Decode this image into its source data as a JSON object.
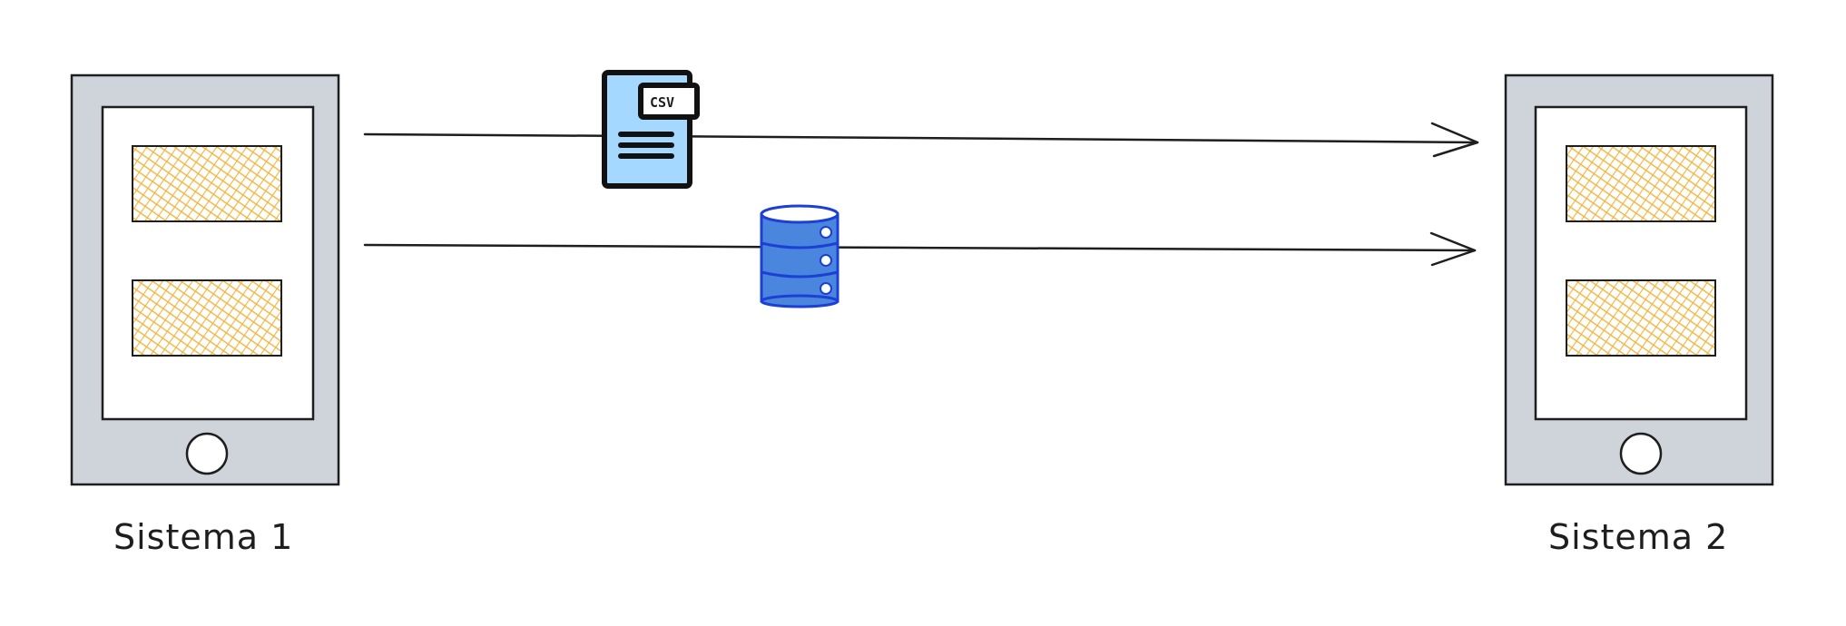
{
  "diagram": {
    "system_left": {
      "label": "Sistema 1"
    },
    "system_right": {
      "label": "Sistema 2"
    },
    "flows": [
      {
        "icon": "csv-file-icon",
        "badge": "CSV"
      },
      {
        "icon": "database-icon"
      }
    ]
  },
  "colors": {
    "device_frame": "#ced4da",
    "panel_fill": "#f5c065",
    "csv_fill": "#a5d8ff",
    "database_fill": "#4a86dd",
    "database_stroke": "#1c3fd6",
    "stroke": "#1e1e1e"
  }
}
